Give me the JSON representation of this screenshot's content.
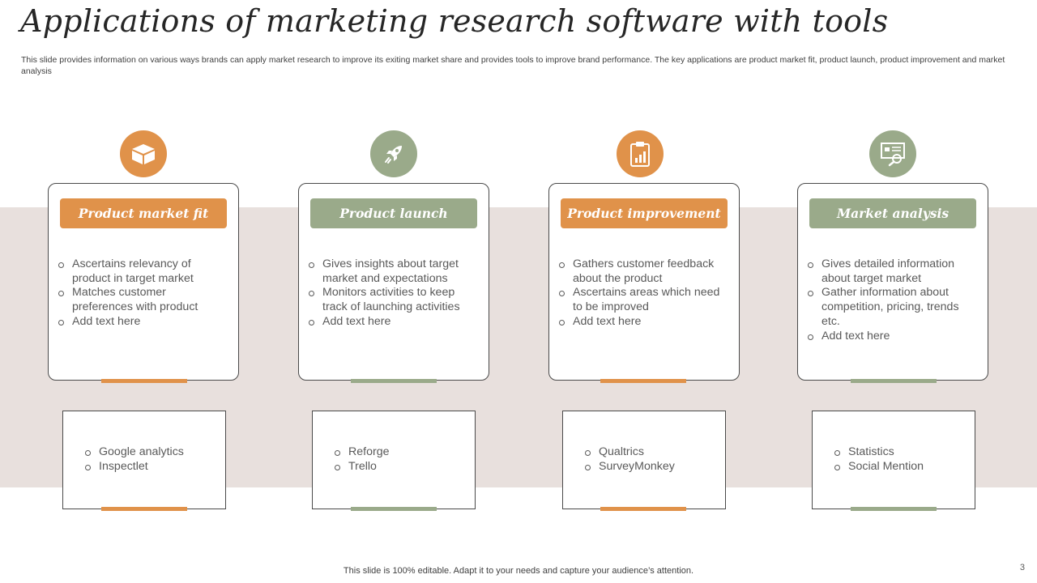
{
  "slide": {
    "title": "Applications of marketing research software with tools",
    "subtitle": "This slide provides information on various ways brands can apply market research to improve its exiting market share and provides tools to improve brand performance. The key applications are product market fit, product launch, product improvement and market analysis",
    "footer": "This slide is 100% editable. Adapt it to your needs and capture your audience’s attention.",
    "page_number": "3"
  },
  "colors": {
    "orange": "#e0924a",
    "green": "#9aaa8a",
    "band": "#e8e0dd"
  },
  "columns": [
    {
      "icon": "open-box-icon",
      "heading": "Product market fit",
      "points": [
        "Ascertains relevancy of product in target market",
        "Matches customer preferences with product",
        "Add text here"
      ],
      "tools": [
        "Google analytics",
        "Inspectlet"
      ]
    },
    {
      "icon": "rocket-icon",
      "heading": "Product launch",
      "points": [
        "Gives insights about target market and expectations",
        "Monitors activities to keep track of launching activities",
        "Add text here"
      ],
      "tools": [
        "Reforge",
        "Trello"
      ]
    },
    {
      "icon": "clipboard-chart-icon",
      "heading": "Product improvement",
      "points": [
        "Gathers customer feedback about the product",
        "Ascertains areas which need to be improved",
        "Add text here"
      ],
      "tools": [
        "Qualtrics",
        "SurveyMonkey"
      ]
    },
    {
      "icon": "presentation-analysis-icon",
      "heading": "Market analysis",
      "points": [
        "Gives detailed information about target market",
        "Gather information about competition, pricing, trends etc.",
        "Add text here"
      ],
      "tools": [
        "Statistics",
        "Social Mention"
      ]
    }
  ]
}
